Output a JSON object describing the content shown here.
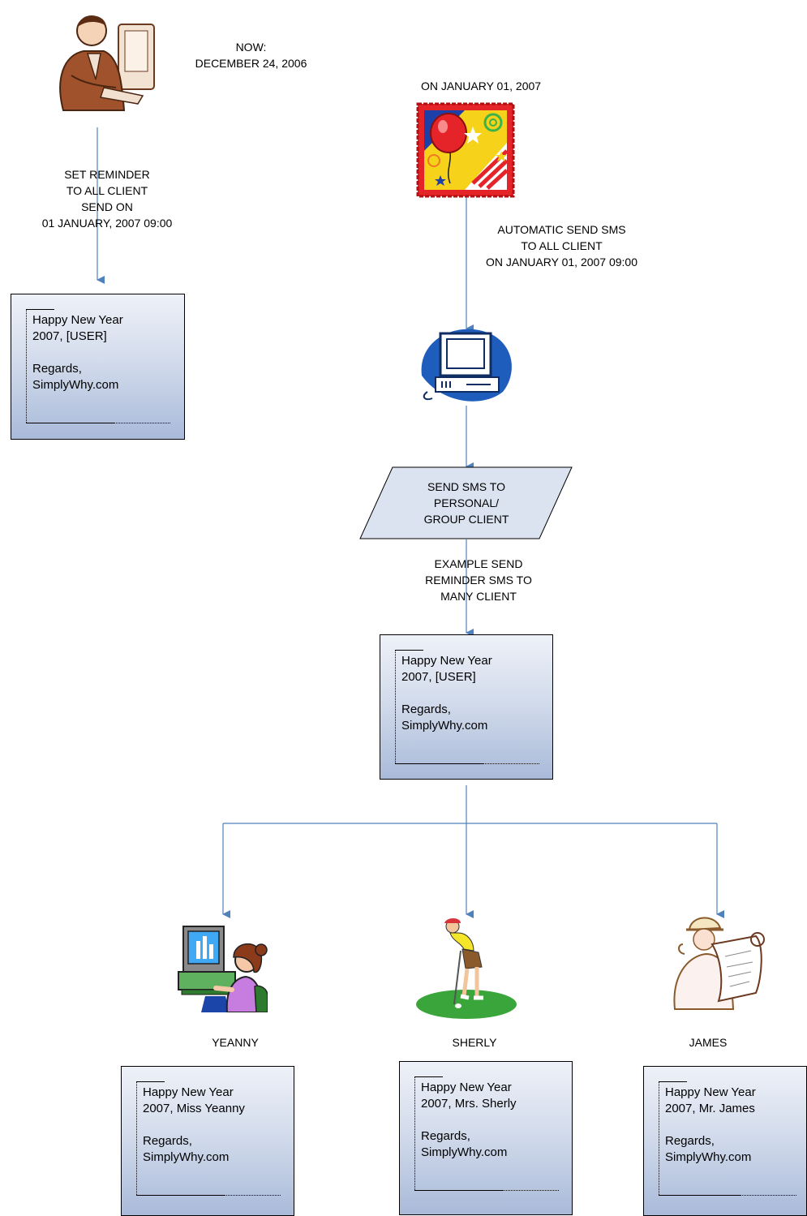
{
  "labels": {
    "now": "NOW:\nDECEMBER 24, 2006",
    "on_date": "ON JANUARY 01, 2007",
    "set_reminder": "SET REMINDER\nTO ALL CLIENT\nSEND ON\n01 JANUARY, 2007 09:00",
    "auto_send": "AUTOMATIC SEND SMS\nTO ALL CLIENT\nON JANUARY 01, 2007 09:00",
    "send_sms": "SEND SMS TO\nPERSONAL/\nGROUP CLIENT",
    "example": "EXAMPLE SEND\nREMINDER SMS TO\nMANY CLIENT"
  },
  "messages": {
    "template_left": "Happy New Year\n2007, [USER]\n\nRegards,\nSimplyWhy.com",
    "template_center": "Happy New Year\n2007, [USER]\n\nRegards,\nSimplyWhy.com",
    "yeanny": "Happy New Year\n2007, Miss Yeanny\n\nRegards,\nSimplyWhy.com",
    "sherly": "Happy New Year\n2007, Mrs. Sherly\n\nRegards,\nSimplyWhy.com",
    "james": "Happy New Year\n2007, Mr. James\n\nRegards,\nSimplyWhy.com"
  },
  "clients": {
    "yeanny": "YEANNY",
    "sherly": "SHERLY",
    "james": "JAMES"
  },
  "icons": {
    "businessman": "businessman-computer-icon",
    "celebration": "new-year-celebration-icon",
    "computer": "computer-icon",
    "woman_computer": "woman-at-computer-icon",
    "golfer": "golfer-icon",
    "engineer": "engineer-blueprint-icon"
  },
  "colors": {
    "connector": "#4f81bd",
    "parallelogram_fill": "#dbe3f0",
    "card_bottom": "#a9bad9"
  }
}
